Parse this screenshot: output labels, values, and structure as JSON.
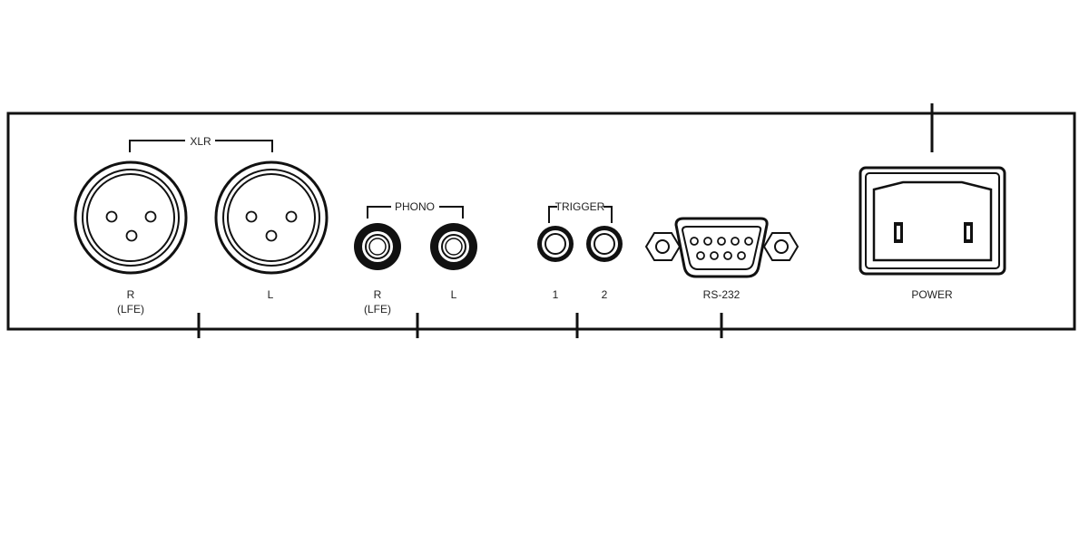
{
  "colors": {
    "line": "#111111",
    "background": "#ffffff"
  },
  "xlr": {
    "group_label": "XLR",
    "right": {
      "label": "R",
      "sublabel": "(LFE)"
    },
    "left": {
      "label": "L"
    }
  },
  "phono": {
    "group_label": "PHONO",
    "right": {
      "label": "R",
      "sublabel": "(LFE)"
    },
    "left": {
      "label": "L"
    }
  },
  "trigger": {
    "group_label": "TRIGGER",
    "one": {
      "label": "1"
    },
    "two": {
      "label": "2"
    }
  },
  "serial": {
    "label": "RS-232"
  },
  "power": {
    "label": "POWER"
  }
}
